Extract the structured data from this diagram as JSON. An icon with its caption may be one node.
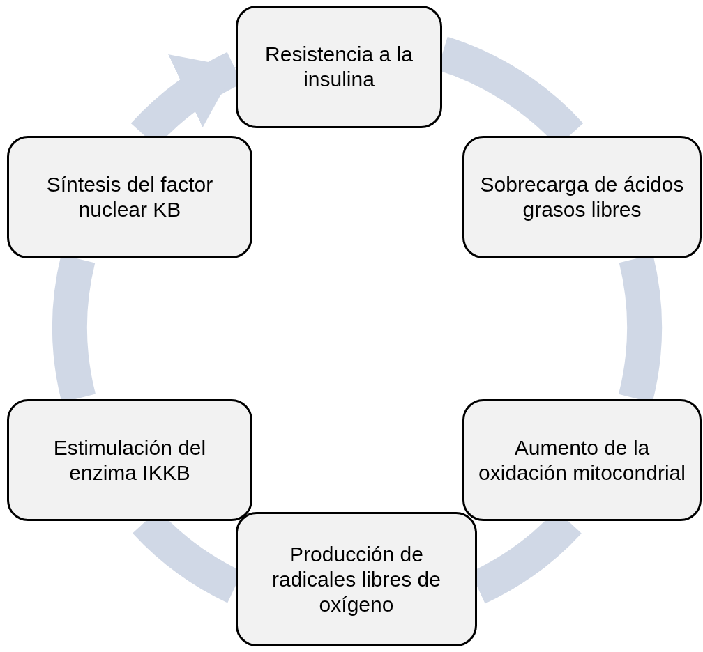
{
  "diagram": {
    "nodes": [
      {
        "text": [
          "Resistencia a la insulina"
        ]
      },
      {
        "text": [
          "Sobrecarga de ácidos grasos libres"
        ]
      },
      {
        "text": [
          "Aumento de la oxidación mitocondrial"
        ]
      },
      {
        "text": [
          "Producción de radicales libres de oxígeno"
        ]
      },
      {
        "text": [
          "Estimulación del enzima IKKB"
        ]
      },
      {
        "text": [
          "Síntesis del factor nuclear KB"
        ]
      }
    ],
    "edges": [
      {
        "from": 0,
        "to": 1,
        "arrow": "none"
      },
      {
        "from": 1,
        "to": 2,
        "arrow": "none"
      },
      {
        "from": 2,
        "to": 3,
        "arrow": "none"
      },
      {
        "from": 3,
        "to": 4,
        "arrow": "none"
      },
      {
        "from": 4,
        "to": 5,
        "arrow": "none"
      },
      {
        "from": 5,
        "to": 0,
        "arrow": "to"
      }
    ]
  }
}
